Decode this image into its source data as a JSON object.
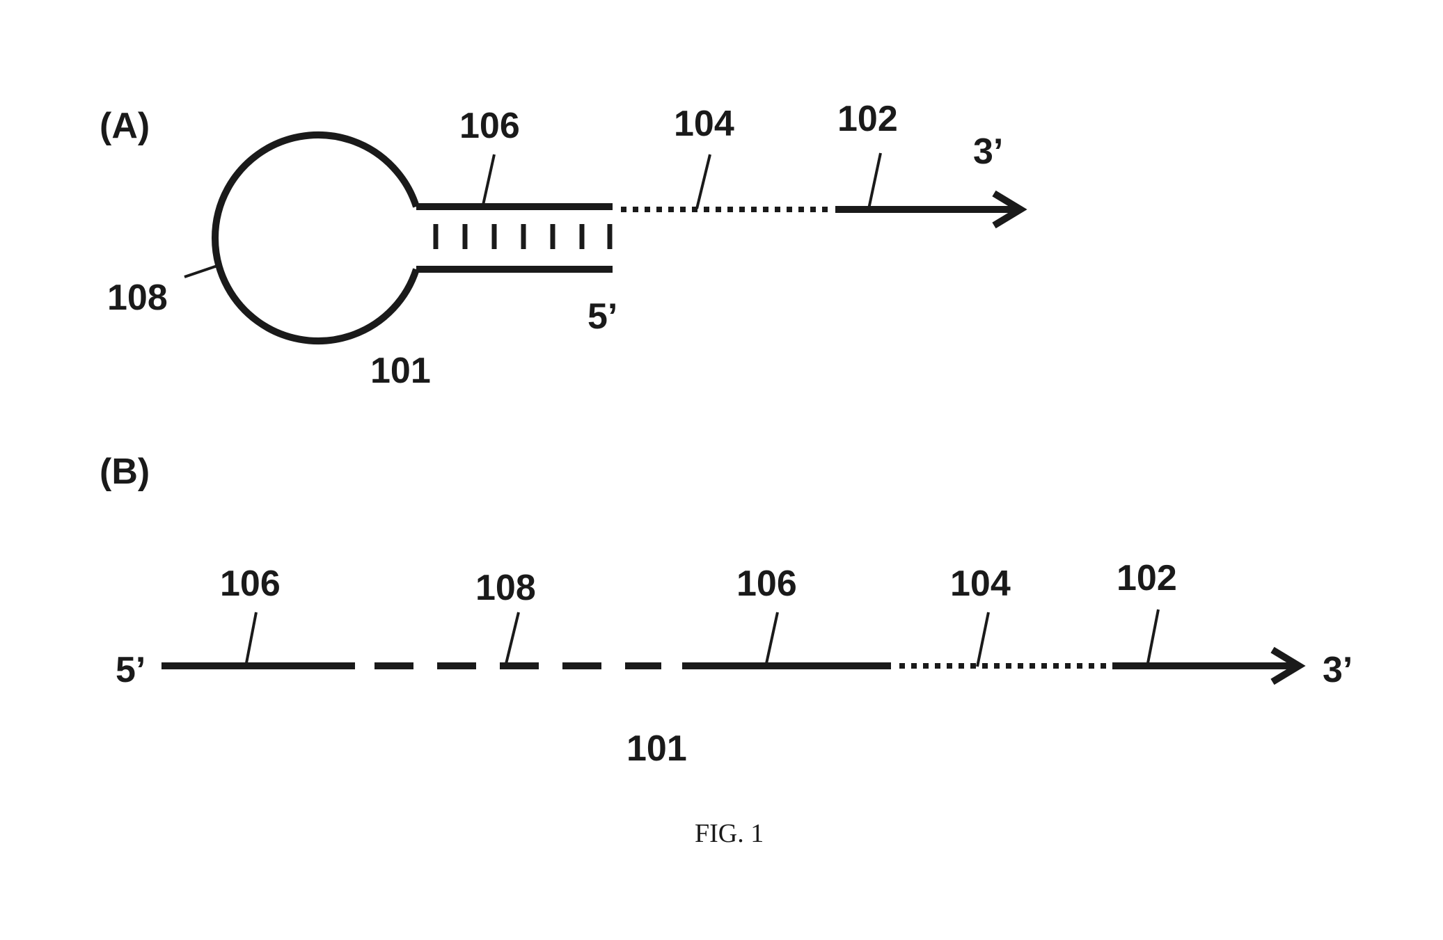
{
  "panel_a": {
    "tag": "(A)",
    "labels": {
      "stem": "106",
      "spacer": "104",
      "primer": "102",
      "loop": "108",
      "molecule": "101",
      "end3": "3’",
      "end5": "5’"
    }
  },
  "panel_b": {
    "tag": "(B)",
    "labels": {
      "stem_first": "106",
      "loop": "108",
      "stem_second": "106",
      "spacer": "104",
      "primer": "102",
      "molecule": "101",
      "end5": "5’",
      "end3": "3’"
    }
  },
  "caption": "FIG. 1"
}
